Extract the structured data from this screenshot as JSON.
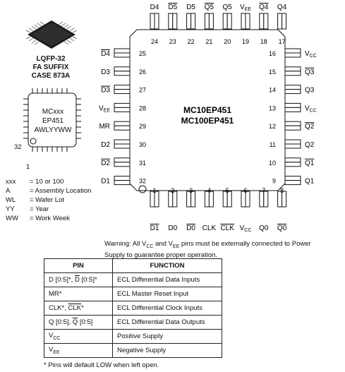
{
  "package": {
    "line1": "LQFP-32",
    "line2": "FA SUFFIX",
    "line3": "CASE 873A"
  },
  "marking": {
    "line1": "MCxxx",
    "line2": "EP451",
    "line3": "AWLYYWW",
    "pin32": "32",
    "pin1": "1"
  },
  "legend": [
    {
      "key": "xxx",
      "value": "= 10 or 100"
    },
    {
      "key": "A",
      "value": "= Assembly Location"
    },
    {
      "key": "WL",
      "value": "= Wafer Lot"
    },
    {
      "key": "YY",
      "value": "= Year"
    },
    {
      "key": "WW",
      "value": "= Work Week"
    }
  ],
  "chip": {
    "name1": "MC10EP451",
    "name2": "MC100EP451"
  },
  "pins": {
    "top": [
      {
        "num": "24",
        "name": "D4",
        "bar": false
      },
      {
        "num": "23",
        "name": "D5",
        "bar": true
      },
      {
        "num": "22",
        "name": "D5",
        "bar": false
      },
      {
        "num": "21",
        "name": "Q5",
        "bar": true
      },
      {
        "num": "20",
        "name": "Q5",
        "bar": false
      },
      {
        "num": "19",
        "name": "VEE",
        "bar": false
      },
      {
        "num": "18",
        "name": "Q4",
        "bar": true
      },
      {
        "num": "17",
        "name": "Q4",
        "bar": false
      }
    ],
    "left": [
      {
        "num": "25",
        "name": "D4",
        "bar": true
      },
      {
        "num": "26",
        "name": "D3",
        "bar": false
      },
      {
        "num": "27",
        "name": "D3",
        "bar": true
      },
      {
        "num": "28",
        "name": "VEE",
        "bar": false
      },
      {
        "num": "29",
        "name": "MR",
        "bar": false
      },
      {
        "num": "30",
        "name": "D2",
        "bar": false
      },
      {
        "num": "31",
        "name": "D2",
        "bar": true
      },
      {
        "num": "32",
        "name": "D1",
        "bar": false
      }
    ],
    "right": [
      {
        "num": "16",
        "name": "VCC",
        "bar": false
      },
      {
        "num": "15",
        "name": "Q3",
        "bar": true
      },
      {
        "num": "14",
        "name": "Q3",
        "bar": false
      },
      {
        "num": "13",
        "name": "VCC",
        "bar": false
      },
      {
        "num": "12",
        "name": "Q2",
        "bar": true
      },
      {
        "num": "11",
        "name": "Q2",
        "bar": false
      },
      {
        "num": "10",
        "name": "Q1",
        "bar": true
      },
      {
        "num": "9",
        "name": "Q1",
        "bar": false
      }
    ],
    "bottom": [
      {
        "num": "1",
        "name": "D1",
        "bar": true
      },
      {
        "num": "2",
        "name": "D0",
        "bar": false
      },
      {
        "num": "3",
        "name": "D0",
        "bar": true
      },
      {
        "num": "4",
        "name": "CLK",
        "bar": false
      },
      {
        "num": "5",
        "name": "CLK",
        "bar": true
      },
      {
        "num": "6",
        "name": "VCC",
        "bar": false
      },
      {
        "num": "7",
        "name": "Q0",
        "bar": false
      },
      {
        "num": "8",
        "name": "Q0",
        "bar": true
      }
    ]
  },
  "warning": "Warning: All VCC and VEE pins must be externally connected to Power Supply to guarantee proper operation.",
  "table": {
    "headers": [
      "PIN",
      "FUNCTION"
    ],
    "rows": [
      {
        "pin": "D [0:5]*, D [0:5]*",
        "function": "ECL Differential Data Inputs"
      },
      {
        "pin": "MR*",
        "function": "ECL Master Reset Input"
      },
      {
        "pin": "CLK*, CLK*",
        "function": "ECL Differential Clock Inputs"
      },
      {
        "pin": "Q [0:5], Q [0:5]",
        "function": "ECL Differential Data Outputs"
      },
      {
        "pin": "VCC",
        "function": "Positive Supply"
      },
      {
        "pin": "VEE",
        "function": "Negative Supply"
      }
    ]
  },
  "footnote": "*  Pins will default LOW when left open."
}
